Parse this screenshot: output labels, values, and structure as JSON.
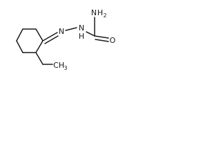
{
  "structure": {
    "atoms": {
      "nitrogen_imine": {
        "symbol": "N"
      },
      "nitrogen_hydrazide": {
        "symbol": "N",
        "hydrogen": "H"
      },
      "nitrogen_amide": {
        "symbol": "N",
        "hydrogen": "H",
        "hydrogen_count": "2"
      },
      "oxygen": {
        "symbol": "O"
      },
      "methyl": {
        "symbol": "C",
        "hydrogen": "H",
        "hydrogen_count": "3"
      }
    },
    "colors": {
      "bond": "#1a1a1a",
      "label": "#1a1a1a",
      "background": "#ffffff"
    }
  }
}
